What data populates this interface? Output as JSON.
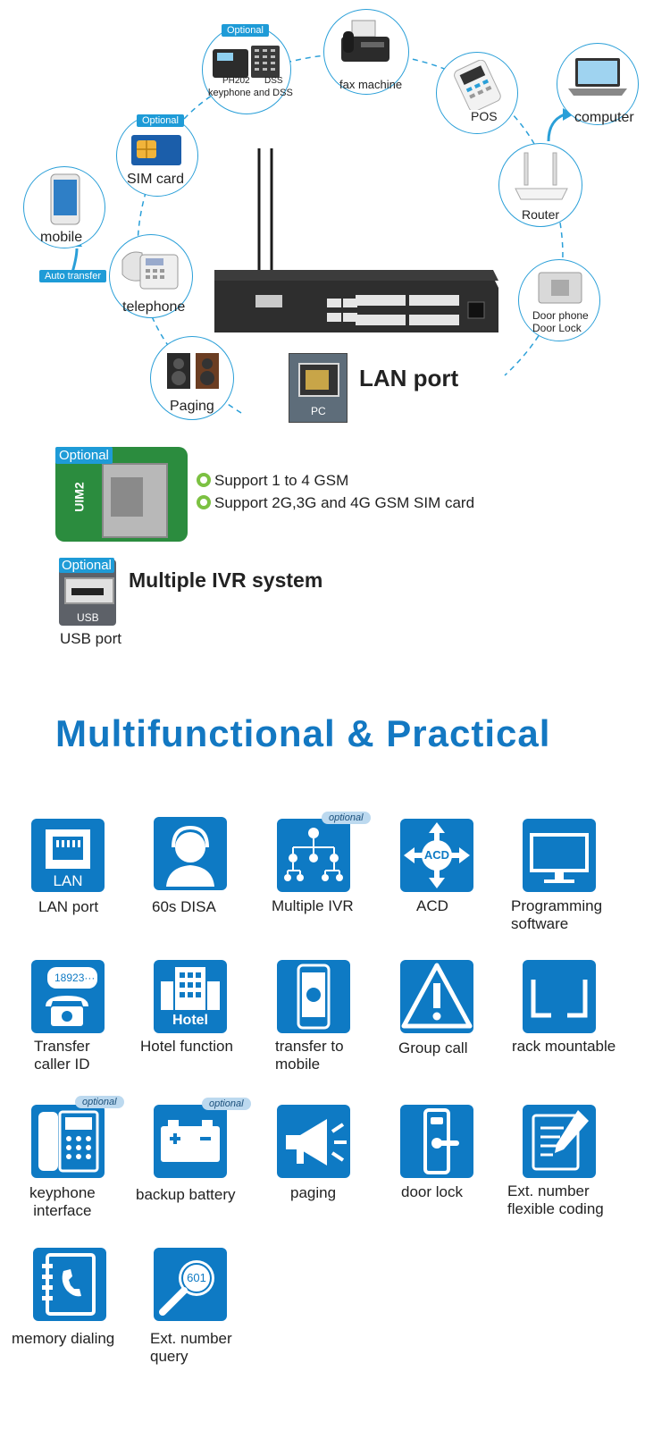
{
  "diagram": {
    "devices": {
      "keyphone": {
        "badge": "Optional",
        "line1": "PH202",
        "line2": "DSS",
        "label": "keyphone and DSS"
      },
      "fax": {
        "label": "fax machine"
      },
      "pos": {
        "label": "POS"
      },
      "computer": {
        "label": "computer"
      },
      "sim": {
        "badge": "Optional",
        "label": "SIM card"
      },
      "mobile": {
        "label": "mobile"
      },
      "router": {
        "label": "Router"
      },
      "telephone": {
        "label": "telephone"
      },
      "auto_transfer": {
        "label": "Auto transfer"
      },
      "door": {
        "line1": "Door phone",
        "line2": "Door Lock"
      },
      "paging": {
        "label": "Paging"
      }
    },
    "lan": {
      "port_text": "PC",
      "label": "LAN port"
    }
  },
  "options": {
    "gsm": {
      "badge": "Optional",
      "module_text": "UIM2",
      "features": [
        "Support 1 to 4 GSM",
        "Support 2G,3G and 4G GSM SIM card"
      ]
    },
    "usb": {
      "badge": "Optional",
      "port_text": "USB",
      "label": "USB port",
      "title": "Multiple IVR system"
    }
  },
  "section_title": "Multifunctional & Practical",
  "features": [
    {
      "icon": "lan-icon",
      "tile_text": "LAN",
      "label": "LAN port"
    },
    {
      "icon": "headset-agent-icon",
      "label": "60s DISA"
    },
    {
      "icon": "ivr-tree-icon",
      "label": "Multiple IVR",
      "optional": "optional"
    },
    {
      "icon": "acd-arrows-icon",
      "tile_text": "ACD",
      "label": "ACD"
    },
    {
      "icon": "monitor-icon",
      "label": "Programming",
      "label2": "software"
    },
    {
      "icon": "caller-id-phone-icon",
      "tile_text": "18923···",
      "label": "Transfer",
      "label2": "caller ID"
    },
    {
      "icon": "hotel-icon",
      "tile_text": "Hotel",
      "label": "Hotel function"
    },
    {
      "icon": "mobile-phone-icon",
      "label": "transfer to",
      "label2": "mobile"
    },
    {
      "icon": "warning-icon",
      "label": "Group call"
    },
    {
      "icon": "rack-bracket-icon",
      "label": "rack mountable"
    },
    {
      "icon": "keyphone-icon",
      "label": "keyphone",
      "label2": "interface",
      "optional": "optional"
    },
    {
      "icon": "battery-icon",
      "label": "backup battery",
      "optional": "optional"
    },
    {
      "icon": "megaphone-icon",
      "label": "paging"
    },
    {
      "icon": "door-lock-icon",
      "label": "door lock"
    },
    {
      "icon": "notepad-pen-icon",
      "label": "Ext. number",
      "label2": "flexible coding"
    },
    {
      "icon": "address-book-icon",
      "label": "memory dialing"
    },
    {
      "icon": "search-number-icon",
      "tile_text": "601",
      "label": "Ext. number",
      "label2": "query"
    }
  ],
  "colors": {
    "accent": "#0e7ac4",
    "light_accent": "#1e9bd7",
    "title": "#1378c2",
    "circle_border": "#2a9fd8",
    "bullet": "#7cc142"
  }
}
